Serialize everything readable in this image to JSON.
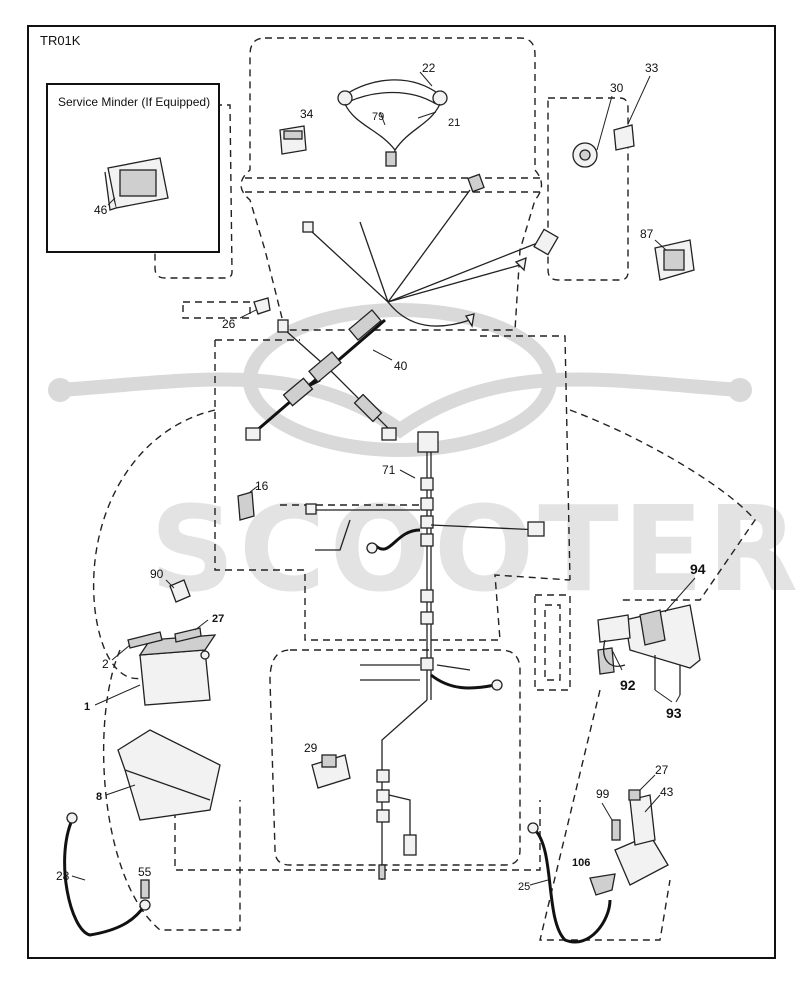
{
  "diagram_code": "TR01K",
  "inset_title": "Service Minder (If Equipped)",
  "watermark_text": "SCOOTER",
  "callouts": {
    "c1": "1",
    "c2": "2",
    "c8": "8",
    "c16": "16",
    "c21": "21",
    "c22": "22",
    "c25": "25",
    "c26": "26",
    "c27a": "27",
    "c27b": "27",
    "c28": "28",
    "c29": "29",
    "c30": "30",
    "c33": "33",
    "c34": "34",
    "c40": "40",
    "c43": "43",
    "c46": "46",
    "c55": "55",
    "c71": "71",
    "c79": "79",
    "c87": "87",
    "c90": "90",
    "c92": "92",
    "c93": "93",
    "c94": "94",
    "c99": "99",
    "c106": "106"
  }
}
